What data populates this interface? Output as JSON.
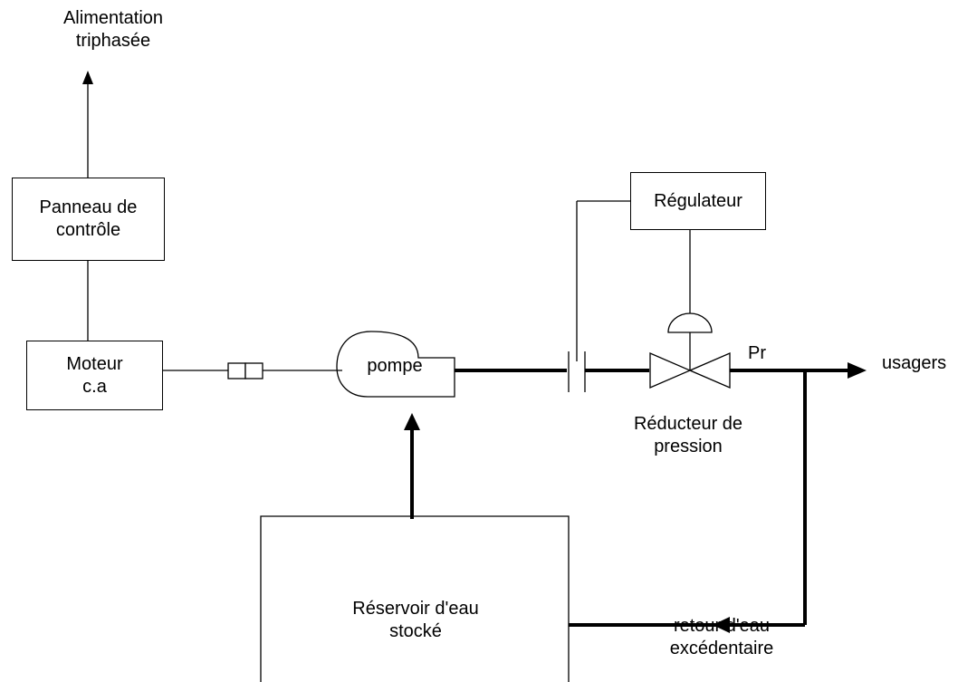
{
  "power_supply": {
    "line1": "Alimentation",
    "line2": "triphasée"
  },
  "control_panel": {
    "line1": "Panneau de",
    "line2": "contrôle"
  },
  "motor": {
    "line1": "Moteur",
    "line2": "c.a"
  },
  "pump": {
    "label": "pompe"
  },
  "regulator": {
    "label": "Régulateur"
  },
  "pressure_reducer": {
    "line1": "Réducteur de",
    "line2": "pression"
  },
  "pressure_tag": {
    "label": "Pr"
  },
  "users": {
    "label": "usagers"
  },
  "reservoir": {
    "line1": "Réservoir d'eau",
    "line2": "stocké"
  },
  "excess_return": {
    "line1": "retour d'eau",
    "line2": "excédentaire"
  },
  "colors": {
    "line": "#000000",
    "background": "#ffffff"
  }
}
